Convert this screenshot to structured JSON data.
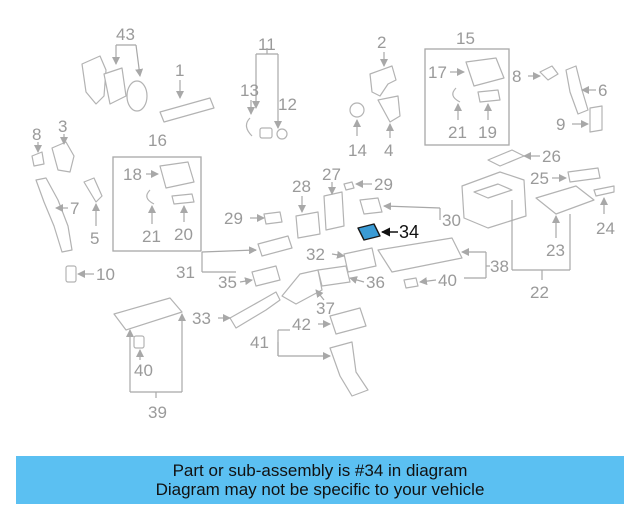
{
  "callouts": {
    "c1": "1",
    "c2": "2",
    "c3": "3",
    "c4": "4",
    "c5": "5",
    "c6": "6",
    "c7": "7",
    "c8a": "8",
    "c8b": "8",
    "c9": "9",
    "c10": "10",
    "c11": "11",
    "c12": "12",
    "c13": "13",
    "c14": "14",
    "c15": "15",
    "c16": "16",
    "c17": "17",
    "c18": "18",
    "c19": "19",
    "c20": "20",
    "c21a": "21",
    "c21b": "21",
    "c22": "22",
    "c23": "23",
    "c24": "24",
    "c25": "25",
    "c26": "26",
    "c27": "27",
    "c28": "28",
    "c29a": "29",
    "c29b": "29",
    "c30": "30",
    "c31": "31",
    "c32": "32",
    "c33": "33",
    "c34": "34",
    "c35": "35",
    "c36": "36",
    "c37": "37",
    "c38": "38",
    "c39": "39",
    "c40a": "40",
    "c40b": "40",
    "c41": "41",
    "c42": "42",
    "c43": "43"
  },
  "highlight": {
    "part_number": "34",
    "color": "#3a9bd5"
  },
  "caption": {
    "line1": "Part or sub-assembly is #34 in diagram",
    "line2": "Diagram may not be specific to your vehicle",
    "background": "#5bc0f2"
  }
}
